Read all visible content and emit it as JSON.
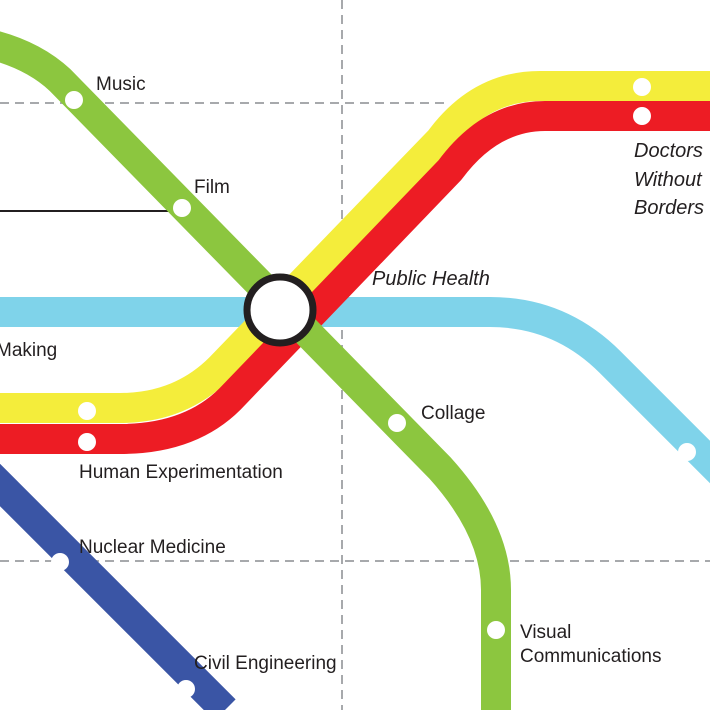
{
  "title": "Subway map of disciplines",
  "colors": {
    "green": "#8cc63f",
    "yellow": "#f4ed3b",
    "red": "#ed1c24",
    "light_blue": "#7fd3ea",
    "dark_blue": "#3a55a5",
    "station_fill": "#ffffff",
    "hub_ring": "#231f20",
    "grid": "#a7a9ac",
    "text": "#231f20"
  },
  "lines": [
    {
      "name": "green-line",
      "color": "green"
    },
    {
      "name": "yellow-line",
      "color": "yellow"
    },
    {
      "name": "red-line",
      "color": "red"
    },
    {
      "name": "light-blue-line",
      "color": "light_blue"
    },
    {
      "name": "dark-blue-line",
      "color": "dark_blue"
    }
  ],
  "stations": {
    "music": "Music",
    "film": "Film",
    "public_health": "Public Health",
    "doctors_1": "Doctors",
    "doctors_2": "Without",
    "doctors_3": "Borders",
    "making": "Making",
    "collage": "Collage",
    "human_experimentation": "Human Experimentation",
    "nuclear_medicine": "Nuclear Medicine",
    "civil_engineering": "Civil Engineering",
    "visual_1": "Visual",
    "visual_2": "Communications"
  }
}
